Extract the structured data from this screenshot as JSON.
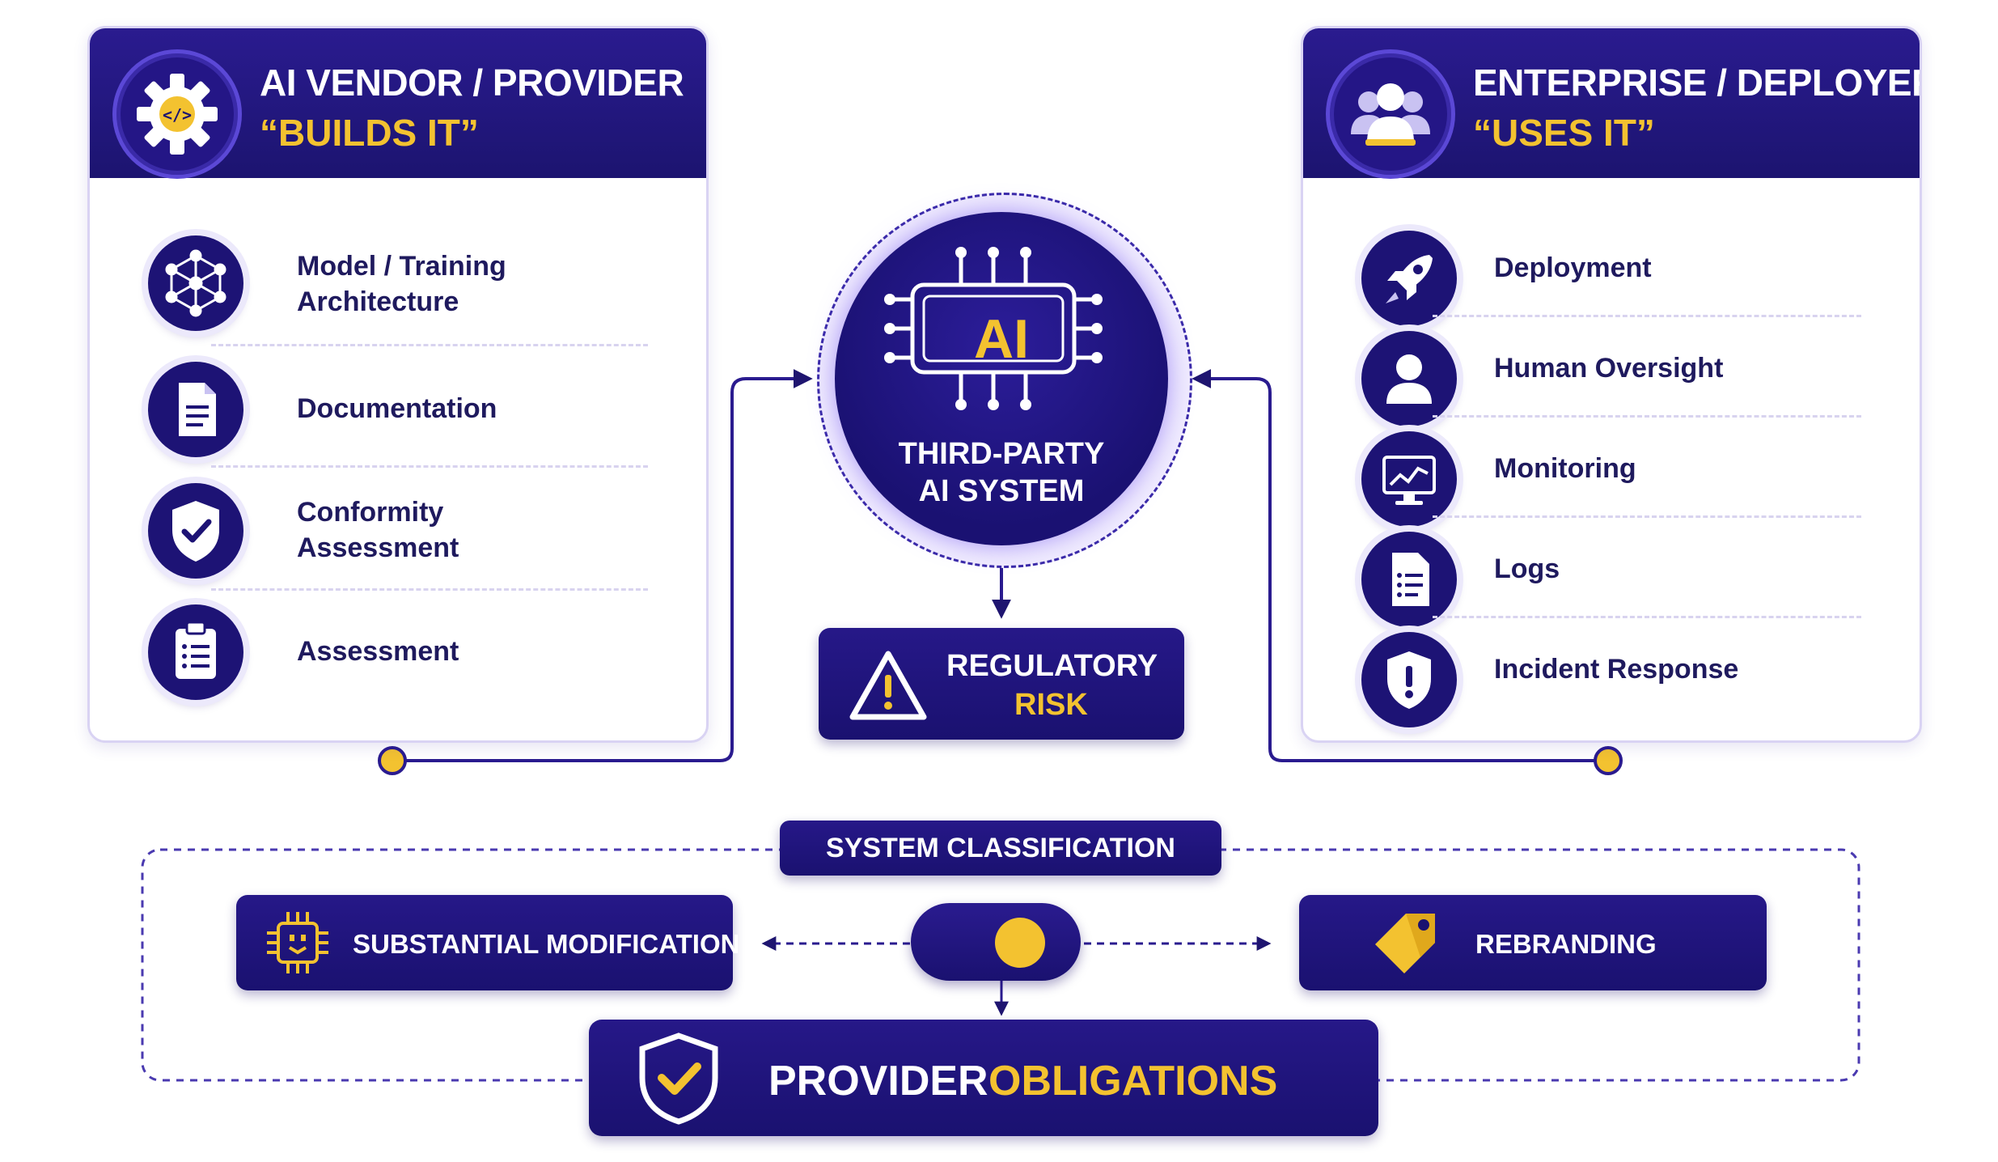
{
  "vendor": {
    "title": "AI VENDOR / PROVIDER",
    "subtitle": "“BUILDS IT”",
    "icon": "gear-code-icon",
    "items": [
      {
        "label": "Model / Training Architecture",
        "icon": "network-icon"
      },
      {
        "label": "Documentation",
        "icon": "document-icon"
      },
      {
        "label": "Conformity Assessment",
        "icon": "shield-check-icon"
      },
      {
        "label": "Assessment",
        "icon": "clipboard-icon"
      }
    ]
  },
  "enterprise": {
    "title": "ENTERPRISE / DEPLOYER",
    "subtitle": "“USES IT”",
    "icon": "users-icon",
    "items": [
      {
        "label": "Deployment",
        "icon": "rocket-icon"
      },
      {
        "label": "Human Oversight",
        "icon": "person-icon"
      },
      {
        "label": "Monitoring",
        "icon": "monitor-chart-icon"
      },
      {
        "label": "Logs",
        "icon": "log-document-icon"
      },
      {
        "label": "Incident Response",
        "icon": "shield-alert-icon"
      }
    ]
  },
  "center": {
    "chip_label": "AI",
    "line1": "THIRD-PARTY",
    "line2": "AI SYSTEM"
  },
  "risk": {
    "line1": "REGULATORY",
    "line2": "RISK",
    "icon": "warning-icon"
  },
  "classification": {
    "title": "SYSTEM CLASSIFICATION",
    "left_label": "SUBSTANTIAL MODIFICATION",
    "left_icon": "chip-icon",
    "right_label": "REBRANDING",
    "right_icon": "tag-icon",
    "toggle_icon": "toggle-icon"
  },
  "obligations": {
    "word1": "PROVIDER",
    "word2": "OBLIGATIONS",
    "icon": "shield-check-icon"
  },
  "colors": {
    "navy": "#1c1470",
    "accent": "#f3c230",
    "border": "#d9d3f3"
  }
}
